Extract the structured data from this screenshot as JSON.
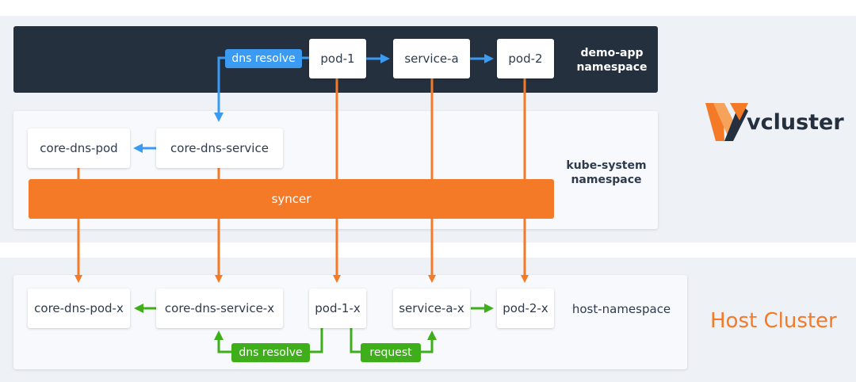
{
  "colors": {
    "orange": "#f47a27",
    "blue": "#3b9bf2",
    "green": "#3fae1b",
    "dark": "#25303f"
  },
  "demo_app": {
    "label": "demo-app\nnamespace",
    "pod1": "pod-1",
    "service_a": "service-a",
    "pod2": "pod-2",
    "dns_tag": "dns resolve"
  },
  "kube_system": {
    "label": "kube-system\nnamespace",
    "core_dns_pod": "core-dns-pod",
    "core_dns_service": "core-dns-service",
    "syncer": "syncer"
  },
  "host": {
    "title": "Host Cluster",
    "label": "host-namespace",
    "core_dns_pod_x": "core-dns-pod-x",
    "core_dns_service_x": "core-dns-service-x",
    "pod1_x": "pod-1-x",
    "service_a_x": "service-a-x",
    "pod2_x": "pod-2-x",
    "dns_tag": "dns resolve",
    "request_tag": "request"
  },
  "logo": {
    "text": "vcluster",
    "icon": "vcluster-logo-icon"
  }
}
